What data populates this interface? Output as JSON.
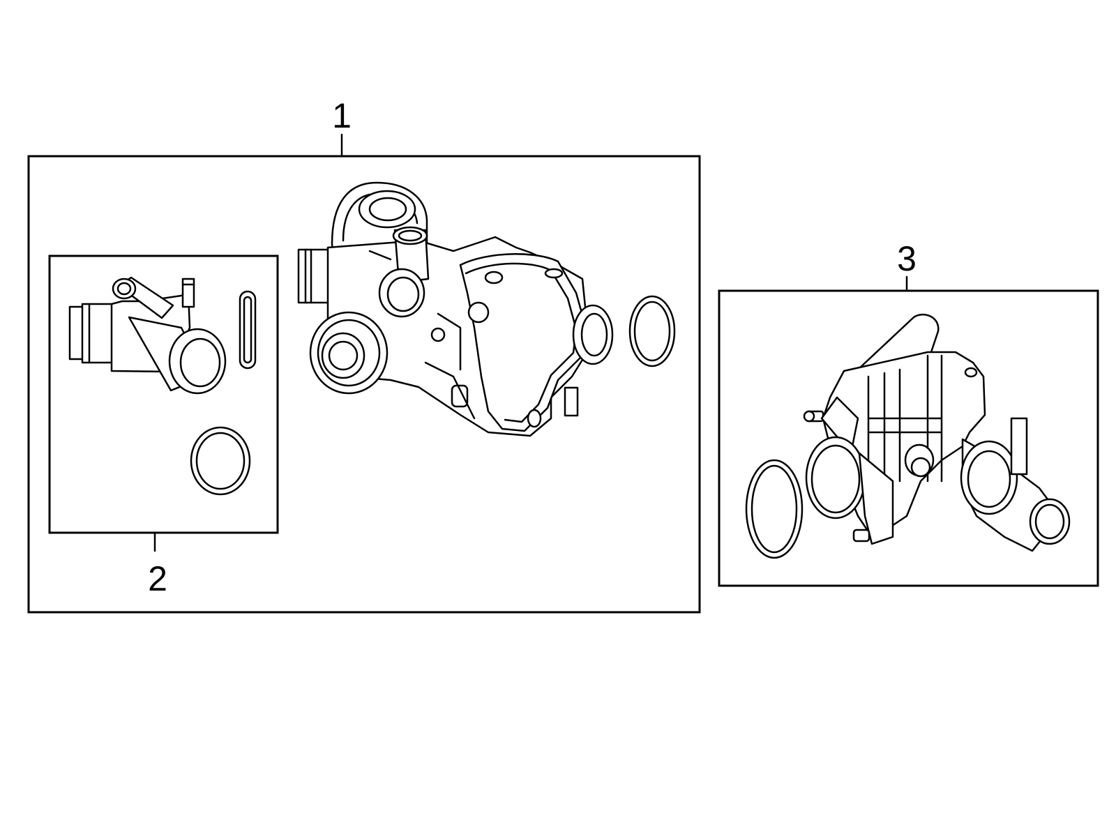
{
  "callouts": [
    {
      "number": "1"
    },
    {
      "number": "2"
    },
    {
      "number": "3"
    }
  ],
  "parts": [
    {
      "icon": "water-pump-housing-assembly-icon"
    },
    {
      "icon": "coolant-pipe-flange-icon"
    },
    {
      "icon": "oring-seal-icon"
    },
    {
      "icon": "thermostat-housing-assembly-icon"
    }
  ],
  "colors": {
    "line": "#000000",
    "background": "#ffffff"
  }
}
